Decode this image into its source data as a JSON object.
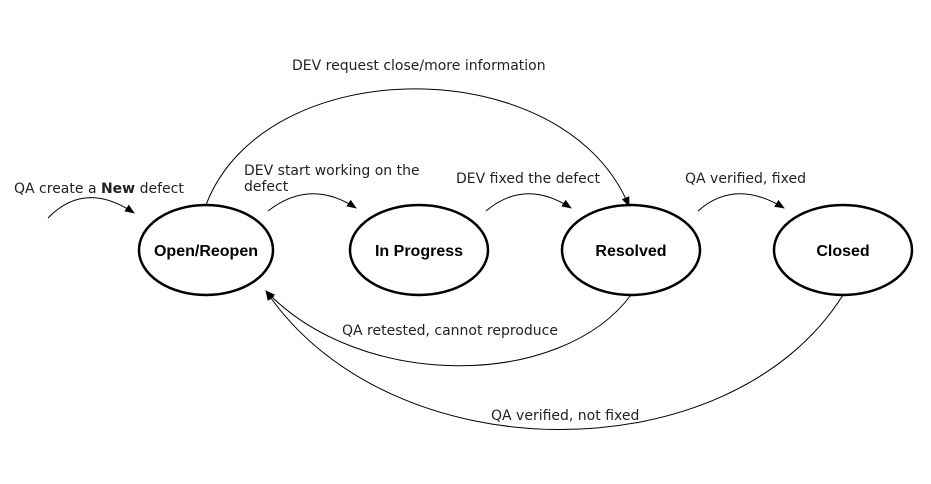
{
  "diagram": {
    "states": [
      {
        "id": "open",
        "label": "Open/Reopen"
      },
      {
        "id": "progress",
        "label": "In Progress"
      },
      {
        "id": "resolved",
        "label": "Resolved"
      },
      {
        "id": "closed",
        "label": "Closed"
      }
    ],
    "transitions": {
      "create": {
        "prefix": "QA create a ",
        "emphasis": "New",
        "suffix": " defect"
      },
      "start_line1": "DEV start working on the",
      "start_line2": "defect",
      "fixed": "DEV fixed the defect",
      "verified_fixed": "QA verified, fixed",
      "request_close": "DEV request close/more information",
      "retested": "QA retested, cannot reproduce",
      "verified_not_fixed": "QA verified, not fixed"
    }
  }
}
